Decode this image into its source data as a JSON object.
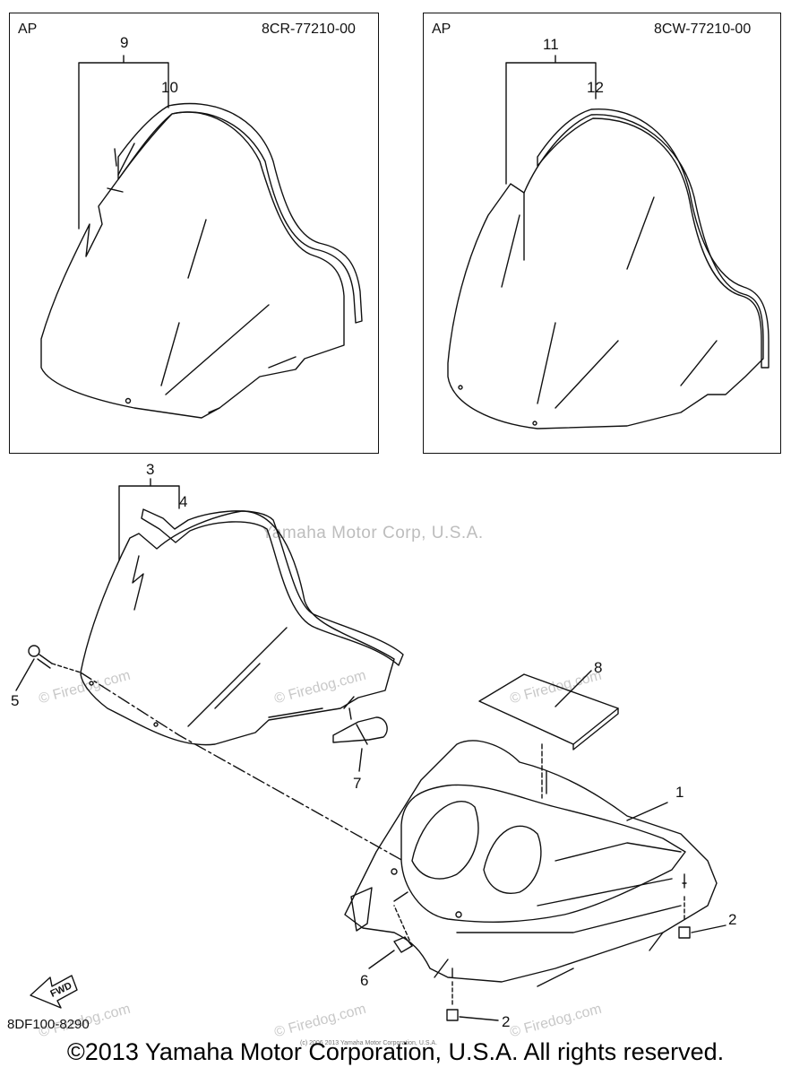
{
  "panels": [
    {
      "region": "AP",
      "part_number": "8CR-77210-00",
      "callouts": [
        "9",
        "10"
      ]
    },
    {
      "region": "AP",
      "part_number": "8CW-77210-00",
      "callouts": [
        "11",
        "12"
      ]
    }
  ],
  "main_callouts": {
    "c1": "1",
    "c2a": "2",
    "c2b": "2",
    "c3": "3",
    "c4": "4",
    "c5": "5",
    "c6": "6",
    "c7": "7",
    "c8": "8"
  },
  "fwd_label": "FWD",
  "diagram_code": "8DF100-8290",
  "watermark_site": "© Firedog.com",
  "watermark_owner": "Yamaha Motor Corp, U.S.A.",
  "tiny_copyright": "(c) 2006 2013 Yamaha Motor Corporation, U.S.A.",
  "footer": "©2013 Yamaha Motor Corporation, U.S.A. All rights reserved."
}
